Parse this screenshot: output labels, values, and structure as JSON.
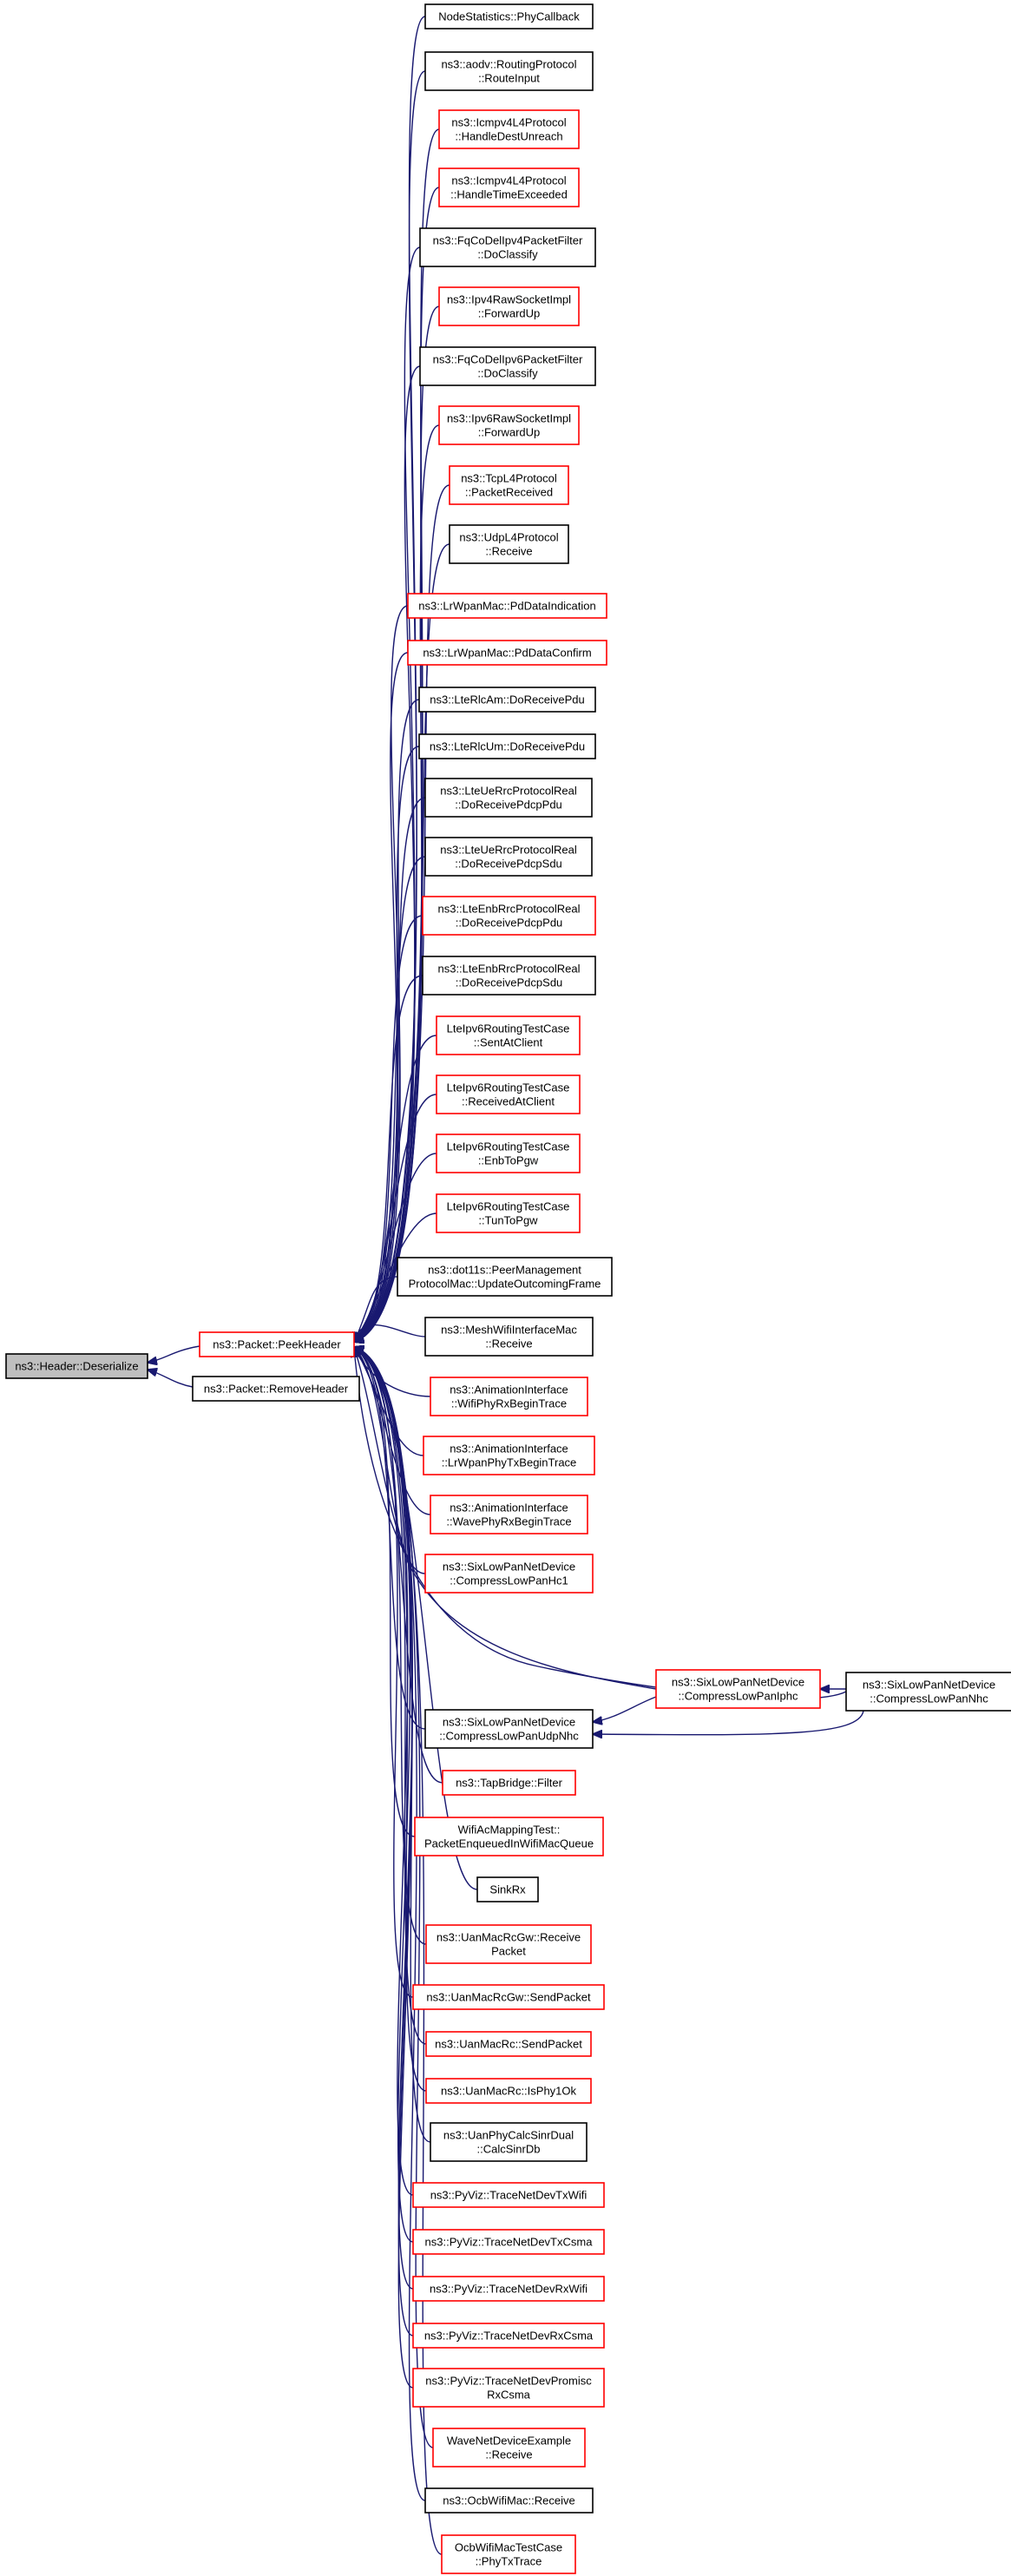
{
  "graph": {
    "colors": {
      "edge": "#191970",
      "red_border": "#ff0000",
      "black_border": "#000000",
      "root_fill": "#bfbfbf"
    },
    "nodes": [
      {
        "id": "hd",
        "lines": [
          "ns3::Header::Deserialize"
        ],
        "style": "root"
      },
      {
        "id": "ph",
        "lines": [
          "ns3::Packet::PeekHeader"
        ],
        "style": "red"
      },
      {
        "id": "rh",
        "lines": [
          "ns3::Packet::RemoveHeader"
        ],
        "style": "black"
      },
      {
        "id": "c01",
        "lines": [
          "NodeStatistics::PhyCallback"
        ],
        "style": "black"
      },
      {
        "id": "c02",
        "lines": [
          "ns3::aodv::RoutingProtocol",
          "::RouteInput"
        ],
        "style": "black"
      },
      {
        "id": "c03",
        "lines": [
          "ns3::Icmpv4L4Protocol",
          "::HandleDestUnreach"
        ],
        "style": "red"
      },
      {
        "id": "c04",
        "lines": [
          "ns3::Icmpv4L4Protocol",
          "::HandleTimeExceeded"
        ],
        "style": "red"
      },
      {
        "id": "c05",
        "lines": [
          "ns3::FqCoDelIpv4PacketFilter",
          "::DoClassify"
        ],
        "style": "black"
      },
      {
        "id": "c06",
        "lines": [
          "ns3::Ipv4RawSocketImpl",
          "::ForwardUp"
        ],
        "style": "red"
      },
      {
        "id": "c07",
        "lines": [
          "ns3::FqCoDelIpv6PacketFilter",
          "::DoClassify"
        ],
        "style": "black"
      },
      {
        "id": "c08",
        "lines": [
          "ns3::Ipv6RawSocketImpl",
          "::ForwardUp"
        ],
        "style": "red"
      },
      {
        "id": "c09",
        "lines": [
          "ns3::TcpL4Protocol",
          "::PacketReceived"
        ],
        "style": "red"
      },
      {
        "id": "c10",
        "lines": [
          "ns3::UdpL4Protocol",
          "::Receive"
        ],
        "style": "black"
      },
      {
        "id": "c11",
        "lines": [
          "ns3::LrWpanMac::PdDataIndication"
        ],
        "style": "red"
      },
      {
        "id": "c12",
        "lines": [
          "ns3::LrWpanMac::PdDataConfirm"
        ],
        "style": "red"
      },
      {
        "id": "c13",
        "lines": [
          "ns3::LteRlcAm::DoReceivePdu"
        ],
        "style": "black"
      },
      {
        "id": "c14",
        "lines": [
          "ns3::LteRlcUm::DoReceivePdu"
        ],
        "style": "black"
      },
      {
        "id": "c15",
        "lines": [
          "ns3::LteUeRrcProtocolReal",
          "::DoReceivePdcpPdu"
        ],
        "style": "black"
      },
      {
        "id": "c16",
        "lines": [
          "ns3::LteUeRrcProtocolReal",
          "::DoReceivePdcpSdu"
        ],
        "style": "black"
      },
      {
        "id": "c17",
        "lines": [
          "ns3::LteEnbRrcProtocolReal",
          "::DoReceivePdcpPdu"
        ],
        "style": "red"
      },
      {
        "id": "c18",
        "lines": [
          "ns3::LteEnbRrcProtocolReal",
          "::DoReceivePdcpSdu"
        ],
        "style": "black"
      },
      {
        "id": "c19",
        "lines": [
          "LteIpv6RoutingTestCase",
          "::SentAtClient"
        ],
        "style": "red"
      },
      {
        "id": "c20",
        "lines": [
          "LteIpv6RoutingTestCase",
          "::ReceivedAtClient"
        ],
        "style": "red"
      },
      {
        "id": "c21",
        "lines": [
          "LteIpv6RoutingTestCase",
          "::EnbToPgw"
        ],
        "style": "red"
      },
      {
        "id": "c22",
        "lines": [
          "LteIpv6RoutingTestCase",
          "::TunToPgw"
        ],
        "style": "red"
      },
      {
        "id": "c23",
        "lines": [
          "ns3::dot11s::PeerManagement",
          "ProtocolMac::UpdateOutcomingFrame"
        ],
        "style": "black"
      },
      {
        "id": "c24",
        "lines": [
          "ns3::MeshWifiInterfaceMac",
          "::Receive"
        ],
        "style": "black"
      },
      {
        "id": "c25",
        "lines": [
          "ns3::AnimationInterface",
          "::WifiPhyRxBeginTrace"
        ],
        "style": "red"
      },
      {
        "id": "c26",
        "lines": [
          "ns3::AnimationInterface",
          "::LrWpanPhyTxBeginTrace"
        ],
        "style": "red"
      },
      {
        "id": "c27",
        "lines": [
          "ns3::AnimationInterface",
          "::WavePhyRxBeginTrace"
        ],
        "style": "red"
      },
      {
        "id": "c28",
        "lines": [
          "ns3::SixLowPanNetDevice",
          "::CompressLowPanHc1"
        ],
        "style": "red"
      },
      {
        "id": "iphc",
        "lines": [
          "ns3::SixLowPanNetDevice",
          "::CompressLowPanIphc"
        ],
        "style": "red"
      },
      {
        "id": "nhc",
        "lines": [
          "ns3::SixLowPanNetDevice",
          "::CompressLowPanNhc"
        ],
        "style": "black"
      },
      {
        "id": "c29",
        "lines": [
          "ns3::SixLowPanNetDevice",
          "::CompressLowPanUdpNhc"
        ],
        "style": "black"
      },
      {
        "id": "c30",
        "lines": [
          "ns3::TapBridge::Filter"
        ],
        "style": "red"
      },
      {
        "id": "c31",
        "lines": [
          "WifiAcMappingTest::",
          "PacketEnqueuedInWifiMacQueue"
        ],
        "style": "red"
      },
      {
        "id": "c32",
        "lines": [
          "SinkRx"
        ],
        "style": "black"
      },
      {
        "id": "c33",
        "lines": [
          "ns3::UanMacRcGw::Receive",
          "Packet"
        ],
        "style": "red"
      },
      {
        "id": "c34",
        "lines": [
          "ns3::UanMacRcGw::SendPacket"
        ],
        "style": "red"
      },
      {
        "id": "c35",
        "lines": [
          "ns3::UanMacRc::SendPacket"
        ],
        "style": "red"
      },
      {
        "id": "c36",
        "lines": [
          "ns3::UanMacRc::IsPhy1Ok"
        ],
        "style": "red"
      },
      {
        "id": "c37",
        "lines": [
          "ns3::UanPhyCalcSinrDual",
          "::CalcSinrDb"
        ],
        "style": "black"
      },
      {
        "id": "c38",
        "lines": [
          "ns3::PyViz::TraceNetDevTxWifi"
        ],
        "style": "red"
      },
      {
        "id": "c39",
        "lines": [
          "ns3::PyViz::TraceNetDevTxCsma"
        ],
        "style": "red"
      },
      {
        "id": "c40",
        "lines": [
          "ns3::PyViz::TraceNetDevRxWifi"
        ],
        "style": "red"
      },
      {
        "id": "c41",
        "lines": [
          "ns3::PyViz::TraceNetDevRxCsma"
        ],
        "style": "red"
      },
      {
        "id": "c42",
        "lines": [
          "ns3::PyViz::TraceNetDevPromisc",
          "RxCsma"
        ],
        "style": "red"
      },
      {
        "id": "c43",
        "lines": [
          "WaveNetDeviceExample",
          "::Receive"
        ],
        "style": "red"
      },
      {
        "id": "c44",
        "lines": [
          "ns3::OcbWifiMac::Receive"
        ],
        "style": "black"
      },
      {
        "id": "c45",
        "lines": [
          "OcbWifiMacTestCase",
          "::PhyTxTrace"
        ],
        "style": "red"
      }
    ],
    "edges": [
      [
        "ph",
        "hd"
      ],
      [
        "rh",
        "hd"
      ],
      [
        "c01",
        "ph"
      ],
      [
        "c02",
        "ph"
      ],
      [
        "c03",
        "ph"
      ],
      [
        "c04",
        "ph"
      ],
      [
        "c05",
        "ph"
      ],
      [
        "c06",
        "ph"
      ],
      [
        "c07",
        "ph"
      ],
      [
        "c08",
        "ph"
      ],
      [
        "c09",
        "ph"
      ],
      [
        "c10",
        "ph"
      ],
      [
        "c11",
        "ph"
      ],
      [
        "c12",
        "ph"
      ],
      [
        "c13",
        "ph"
      ],
      [
        "c14",
        "ph"
      ],
      [
        "c15",
        "ph"
      ],
      [
        "c16",
        "ph"
      ],
      [
        "c17",
        "ph"
      ],
      [
        "c18",
        "ph"
      ],
      [
        "c19",
        "ph"
      ],
      [
        "c20",
        "ph"
      ],
      [
        "c21",
        "ph"
      ],
      [
        "c22",
        "ph"
      ],
      [
        "c23",
        "ph"
      ],
      [
        "c24",
        "ph"
      ],
      [
        "c25",
        "ph"
      ],
      [
        "c26",
        "ph"
      ],
      [
        "c27",
        "ph"
      ],
      [
        "c28",
        "ph"
      ],
      [
        "iphc",
        "ph"
      ],
      [
        "nhc",
        "ph"
      ],
      [
        "c29",
        "ph"
      ],
      [
        "c30",
        "ph"
      ],
      [
        "c31",
        "ph"
      ],
      [
        "c32",
        "ph"
      ],
      [
        "c33",
        "ph"
      ],
      [
        "c34",
        "ph"
      ],
      [
        "c35",
        "ph"
      ],
      [
        "c36",
        "ph"
      ],
      [
        "c37",
        "ph"
      ],
      [
        "c38",
        "ph"
      ],
      [
        "c39",
        "ph"
      ],
      [
        "c40",
        "ph"
      ],
      [
        "c41",
        "ph"
      ],
      [
        "c42",
        "ph"
      ],
      [
        "c43",
        "ph"
      ],
      [
        "c44",
        "ph"
      ],
      [
        "c45",
        "ph"
      ],
      [
        "nhc",
        "iphc"
      ],
      [
        "iphc",
        "c29"
      ],
      [
        "nhc",
        "c29"
      ]
    ]
  }
}
